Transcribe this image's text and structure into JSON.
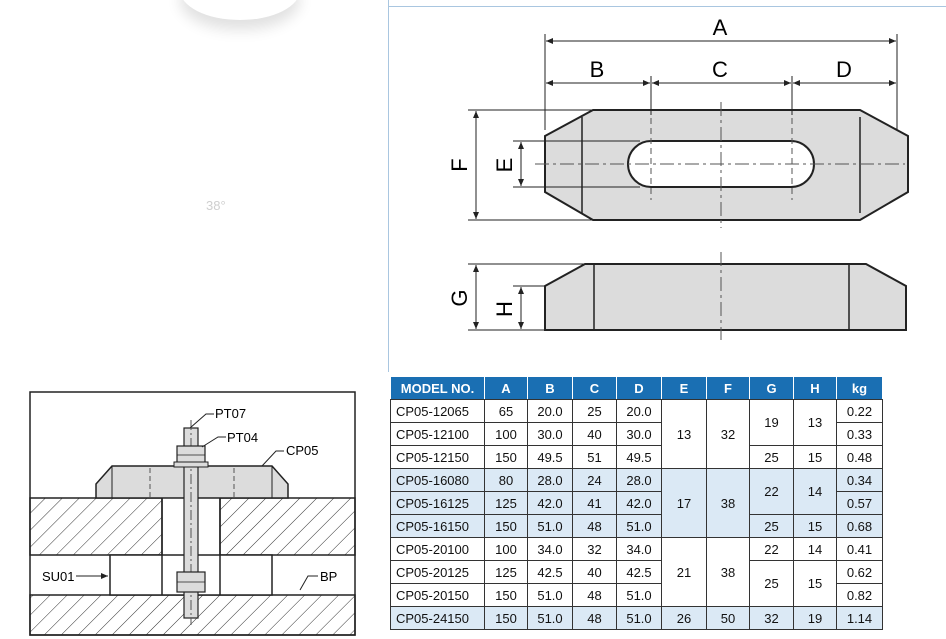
{
  "faint_label": "38°",
  "top_view": {
    "dims": {
      "A": "A",
      "B": "B",
      "C": "C",
      "D": "D",
      "E": "E",
      "F": "F"
    }
  },
  "side_view": {
    "dims": {
      "G": "G",
      "H": "H"
    }
  },
  "assembly": {
    "labels": {
      "pt07": "PT07",
      "pt04": "PT04",
      "cp05": "CP05",
      "su01": "SU01",
      "bp": "BP"
    }
  },
  "table": {
    "headers": [
      "MODEL NO.",
      "A",
      "B",
      "C",
      "D",
      "E",
      "F",
      "G",
      "H",
      "kg"
    ],
    "rows": [
      {
        "model": "CP05-12065",
        "A": "65",
        "B": "20.0",
        "C": "25",
        "D": "20.0",
        "kg": "0.22"
      },
      {
        "model": "CP05-12100",
        "A": "100",
        "B": "30.0",
        "C": "40",
        "D": "30.0",
        "kg": "0.33"
      },
      {
        "model": "CP05-12150",
        "A": "150",
        "B": "49.5",
        "C": "51",
        "D": "49.5",
        "kg": "0.48"
      },
      {
        "model": "CP05-16080",
        "A": "80",
        "B": "28.0",
        "C": "24",
        "D": "28.0",
        "kg": "0.34"
      },
      {
        "model": "CP05-16125",
        "A": "125",
        "B": "42.0",
        "C": "41",
        "D": "42.0",
        "kg": "0.57"
      },
      {
        "model": "CP05-16150",
        "A": "150",
        "B": "51.0",
        "C": "48",
        "D": "51.0",
        "kg": "0.68"
      },
      {
        "model": "CP05-20100",
        "A": "100",
        "B": "34.0",
        "C": "32",
        "D": "34.0",
        "kg": "0.41"
      },
      {
        "model": "CP05-20125",
        "A": "125",
        "B": "42.5",
        "C": "40",
        "D": "42.5",
        "kg": "0.62"
      },
      {
        "model": "CP05-20150",
        "A": "150",
        "B": "51.0",
        "C": "48",
        "D": "51.0",
        "kg": "0.82"
      },
      {
        "model": "CP05-24150",
        "A": "150",
        "B": "51.0",
        "C": "48",
        "D": "51.0",
        "kg": "1.14"
      }
    ],
    "groups": {
      "g1": {
        "E": "13",
        "F": "32",
        "G_a": "19",
        "H_a": "13",
        "G_b": "25",
        "H_b": "15"
      },
      "g2": {
        "E": "17",
        "F": "38",
        "G_a": "22",
        "H_a": "14",
        "G_b": "25",
        "H_b": "15"
      },
      "g3": {
        "E": "21",
        "F": "38",
        "G_a": "22",
        "H_a": "14",
        "G_b": "25",
        "H_b": "15"
      },
      "g4": {
        "E": "26",
        "F": "50",
        "G": "32",
        "H": "19"
      }
    }
  }
}
